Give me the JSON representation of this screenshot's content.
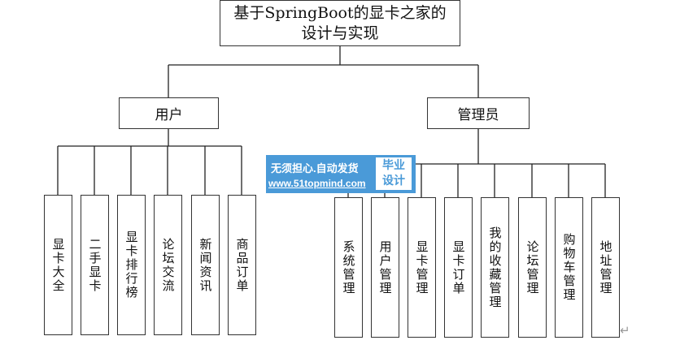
{
  "root": {
    "line1": "基于SpringBoot的显卡之家的",
    "line2": "设计与实现"
  },
  "user": {
    "label": "用户",
    "children": [
      "显卡大全",
      "二手显卡",
      "显卡排行榜",
      "论坛交流",
      "新闻资讯",
      "商品订单"
    ]
  },
  "admin": {
    "label": "管理员",
    "children": [
      "系统管理",
      "用户管理",
      "显卡管理",
      "显卡订单",
      "我的收藏管理",
      "论坛管理",
      "购物车管理",
      "地址管理"
    ]
  },
  "watermark": {
    "text": "无须担心.自动发货",
    "url": "www.51topmind.com",
    "badge_line1": "毕业",
    "badge_line2": "设计"
  },
  "paragraph_mark": "↵"
}
